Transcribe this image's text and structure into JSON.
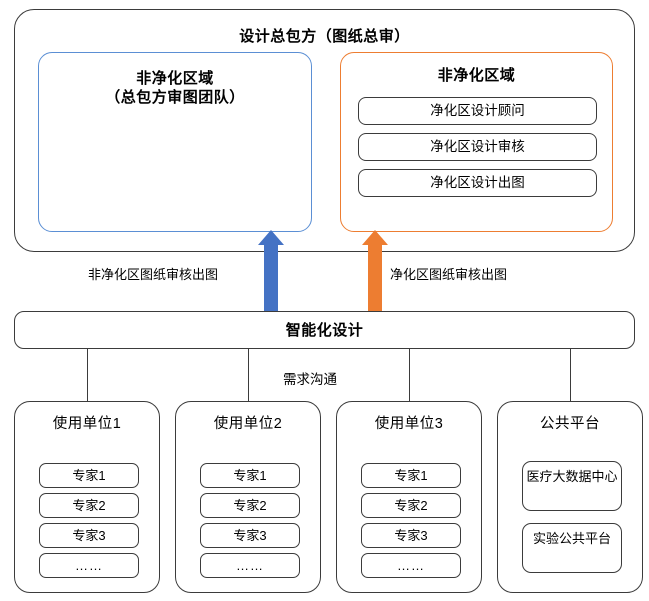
{
  "diagram": {
    "title": "设计总包方（图纸总审）",
    "top_container": {
      "label": "设计总包方（图纸总审）",
      "left_zone": {
        "line1": "非净化区域",
        "line2": "（总包方审图团队）",
        "border_color": "#5B8FD4"
      },
      "right_zone": {
        "label": "非净化区域",
        "border_color": "#ED7D31",
        "items": [
          "净化区设计顾问",
          "净化区设计审核",
          "净化区设计出图"
        ]
      }
    },
    "arrows": [
      {
        "name": "non-clean-arrow",
        "label": "非净化区图纸审核出图",
        "color": "#4472C4",
        "direction": "up"
      },
      {
        "name": "clean-arrow",
        "label": "净化区图纸审核出图",
        "color": "#ED7D31",
        "direction": "up"
      }
    ],
    "banner": {
      "label": "智能化设计"
    },
    "connector": {
      "label": "需求沟通"
    },
    "columns": [
      {
        "title": "使用单位1",
        "items": [
          "专家1",
          "专家2",
          "专家3",
          "……"
        ]
      },
      {
        "title": "使用单位2",
        "items": [
          "专家1",
          "专家2",
          "专家3",
          "……"
        ]
      },
      {
        "title": "使用单位3",
        "items": [
          "专家1",
          "专家2",
          "专家3",
          "……"
        ]
      },
      {
        "title": "公共平台",
        "items": [
          "医疗大数据中心",
          "实验公共平台"
        ]
      }
    ]
  }
}
